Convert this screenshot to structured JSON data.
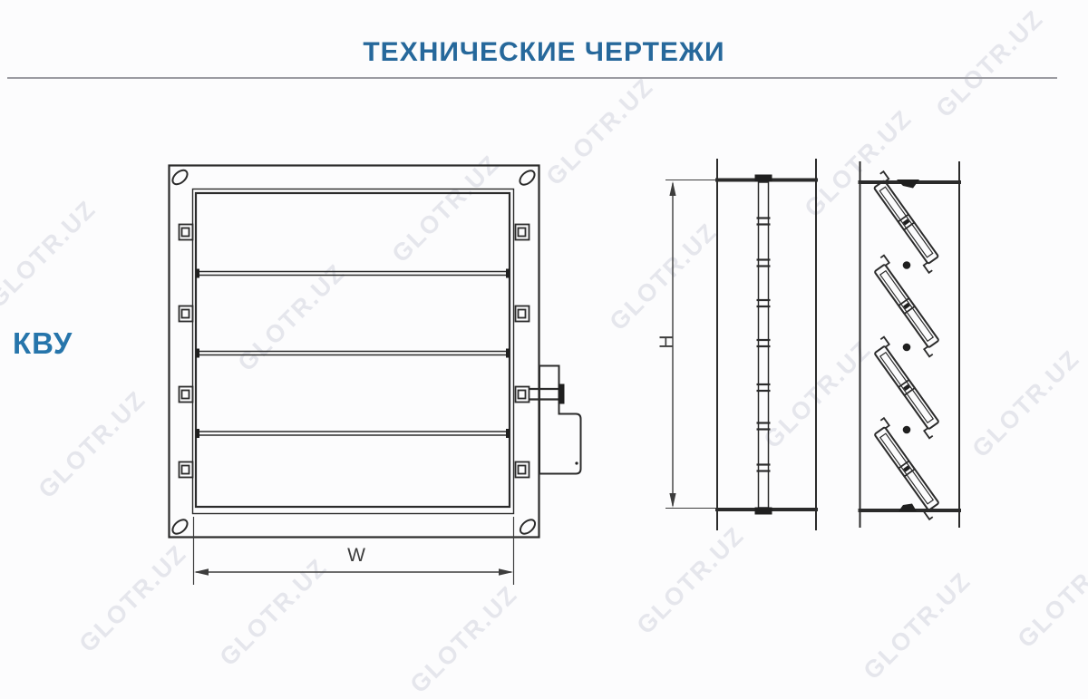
{
  "header": {
    "title": "ТЕХНИЧЕСКИЕ ЧЕРТЕЖИ"
  },
  "product": {
    "code": "КВУ"
  },
  "dimensions": {
    "width_label": "W",
    "height_label": "H"
  },
  "watermark": {
    "text": "GLOTR.UZ"
  },
  "drawing": {
    "views_count": 3,
    "louver_blade_count": 4
  },
  "colors": {
    "title_blue": "#26689b",
    "product_blue": "#2675ab",
    "line_dark": "#2b2b2b",
    "dimension_gray": "#3d3d3d",
    "divider_gray": "#9b9ba1",
    "watermark_gray": "#b0b2c6"
  }
}
